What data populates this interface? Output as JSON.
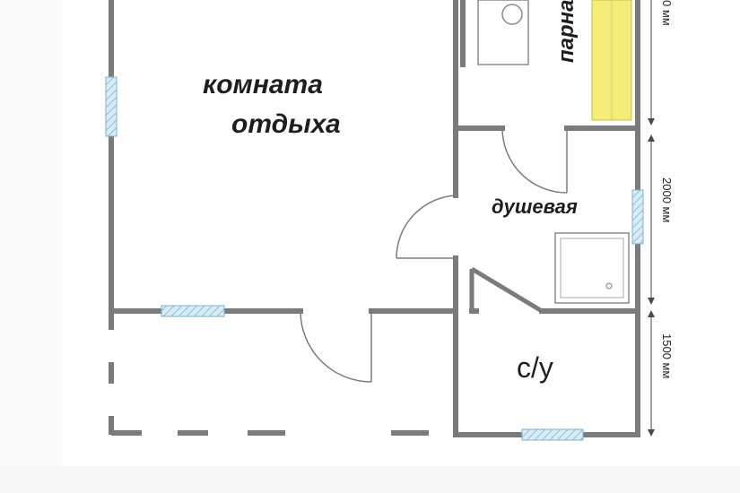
{
  "rooms": {
    "rest_room_line1": "комната",
    "rest_room_line2": "отдыха",
    "steam_room": "парная",
    "shower": "душевая",
    "wc": "с/у"
  },
  "dimensions": {
    "steam": "0 мм",
    "shower": "2000 мм",
    "wc": "1500 мм"
  },
  "colors": {
    "wall": "#7b7b7b",
    "window": "#bcd9ea",
    "bench": "#f3ec77",
    "background": "#ffffff"
  }
}
